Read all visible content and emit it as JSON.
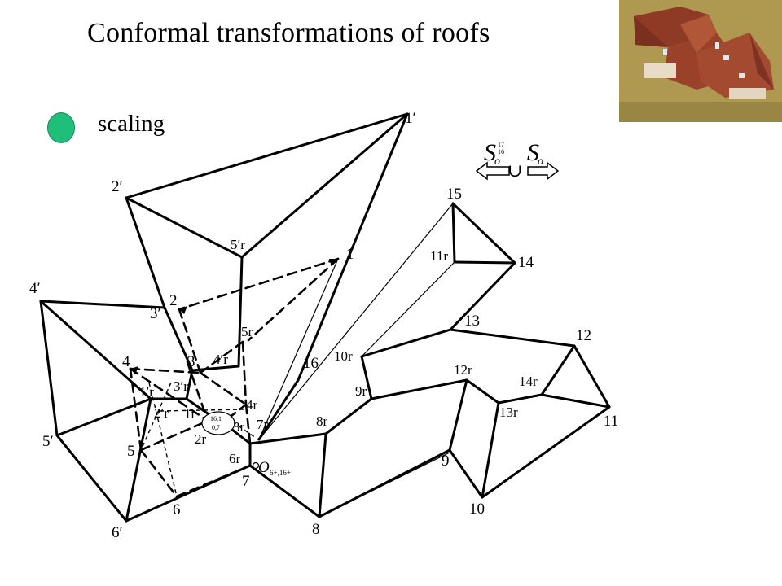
{
  "title": "Conformal transformations of roofs",
  "bullet": {
    "label": "scaling",
    "color": "#1fbf7a"
  },
  "diagram": {
    "labels": {
      "p1p": "1′",
      "p2p": "2′",
      "p3p": "3′",
      "p4p": "4′",
      "p5p": "5′",
      "p6p": "6′",
      "p1": "1",
      "p2": "2",
      "p3": "3",
      "p4": "4",
      "p5": "5",
      "p6": "6",
      "p7": "7",
      "p8": "8",
      "p9": "9",
      "p10": "10",
      "p11": "11",
      "p12": "12",
      "p13": "13",
      "p14": "14",
      "p15": "15",
      "p16": "16",
      "r1p": "1′r",
      "r2p": "2′r",
      "r3p": "3′r",
      "r4p": "4′r",
      "r5p": "5′r",
      "r1": "1r",
      "r2": "2r",
      "r3": "3r",
      "r4": "4r",
      "r5": "5r",
      "r6": "6r",
      "r7": "7r",
      "r8": "8r",
      "r9": "9r",
      "r10": "10r",
      "r11": "11r",
      "r12": "12r",
      "r13": "13r",
      "r14": "14r",
      "origin": "O",
      "origin_sub": "6+,16+",
      "center_top": "16,1",
      "center_bottom": "0,7",
      "sym_left": "S",
      "sym_left_sup": "17",
      "sym_left_sub": "16",
      "sym_left_idx": "o",
      "sym_right": "S",
      "sym_right_idx": "o",
      "sym_mid": "∪"
    }
  }
}
